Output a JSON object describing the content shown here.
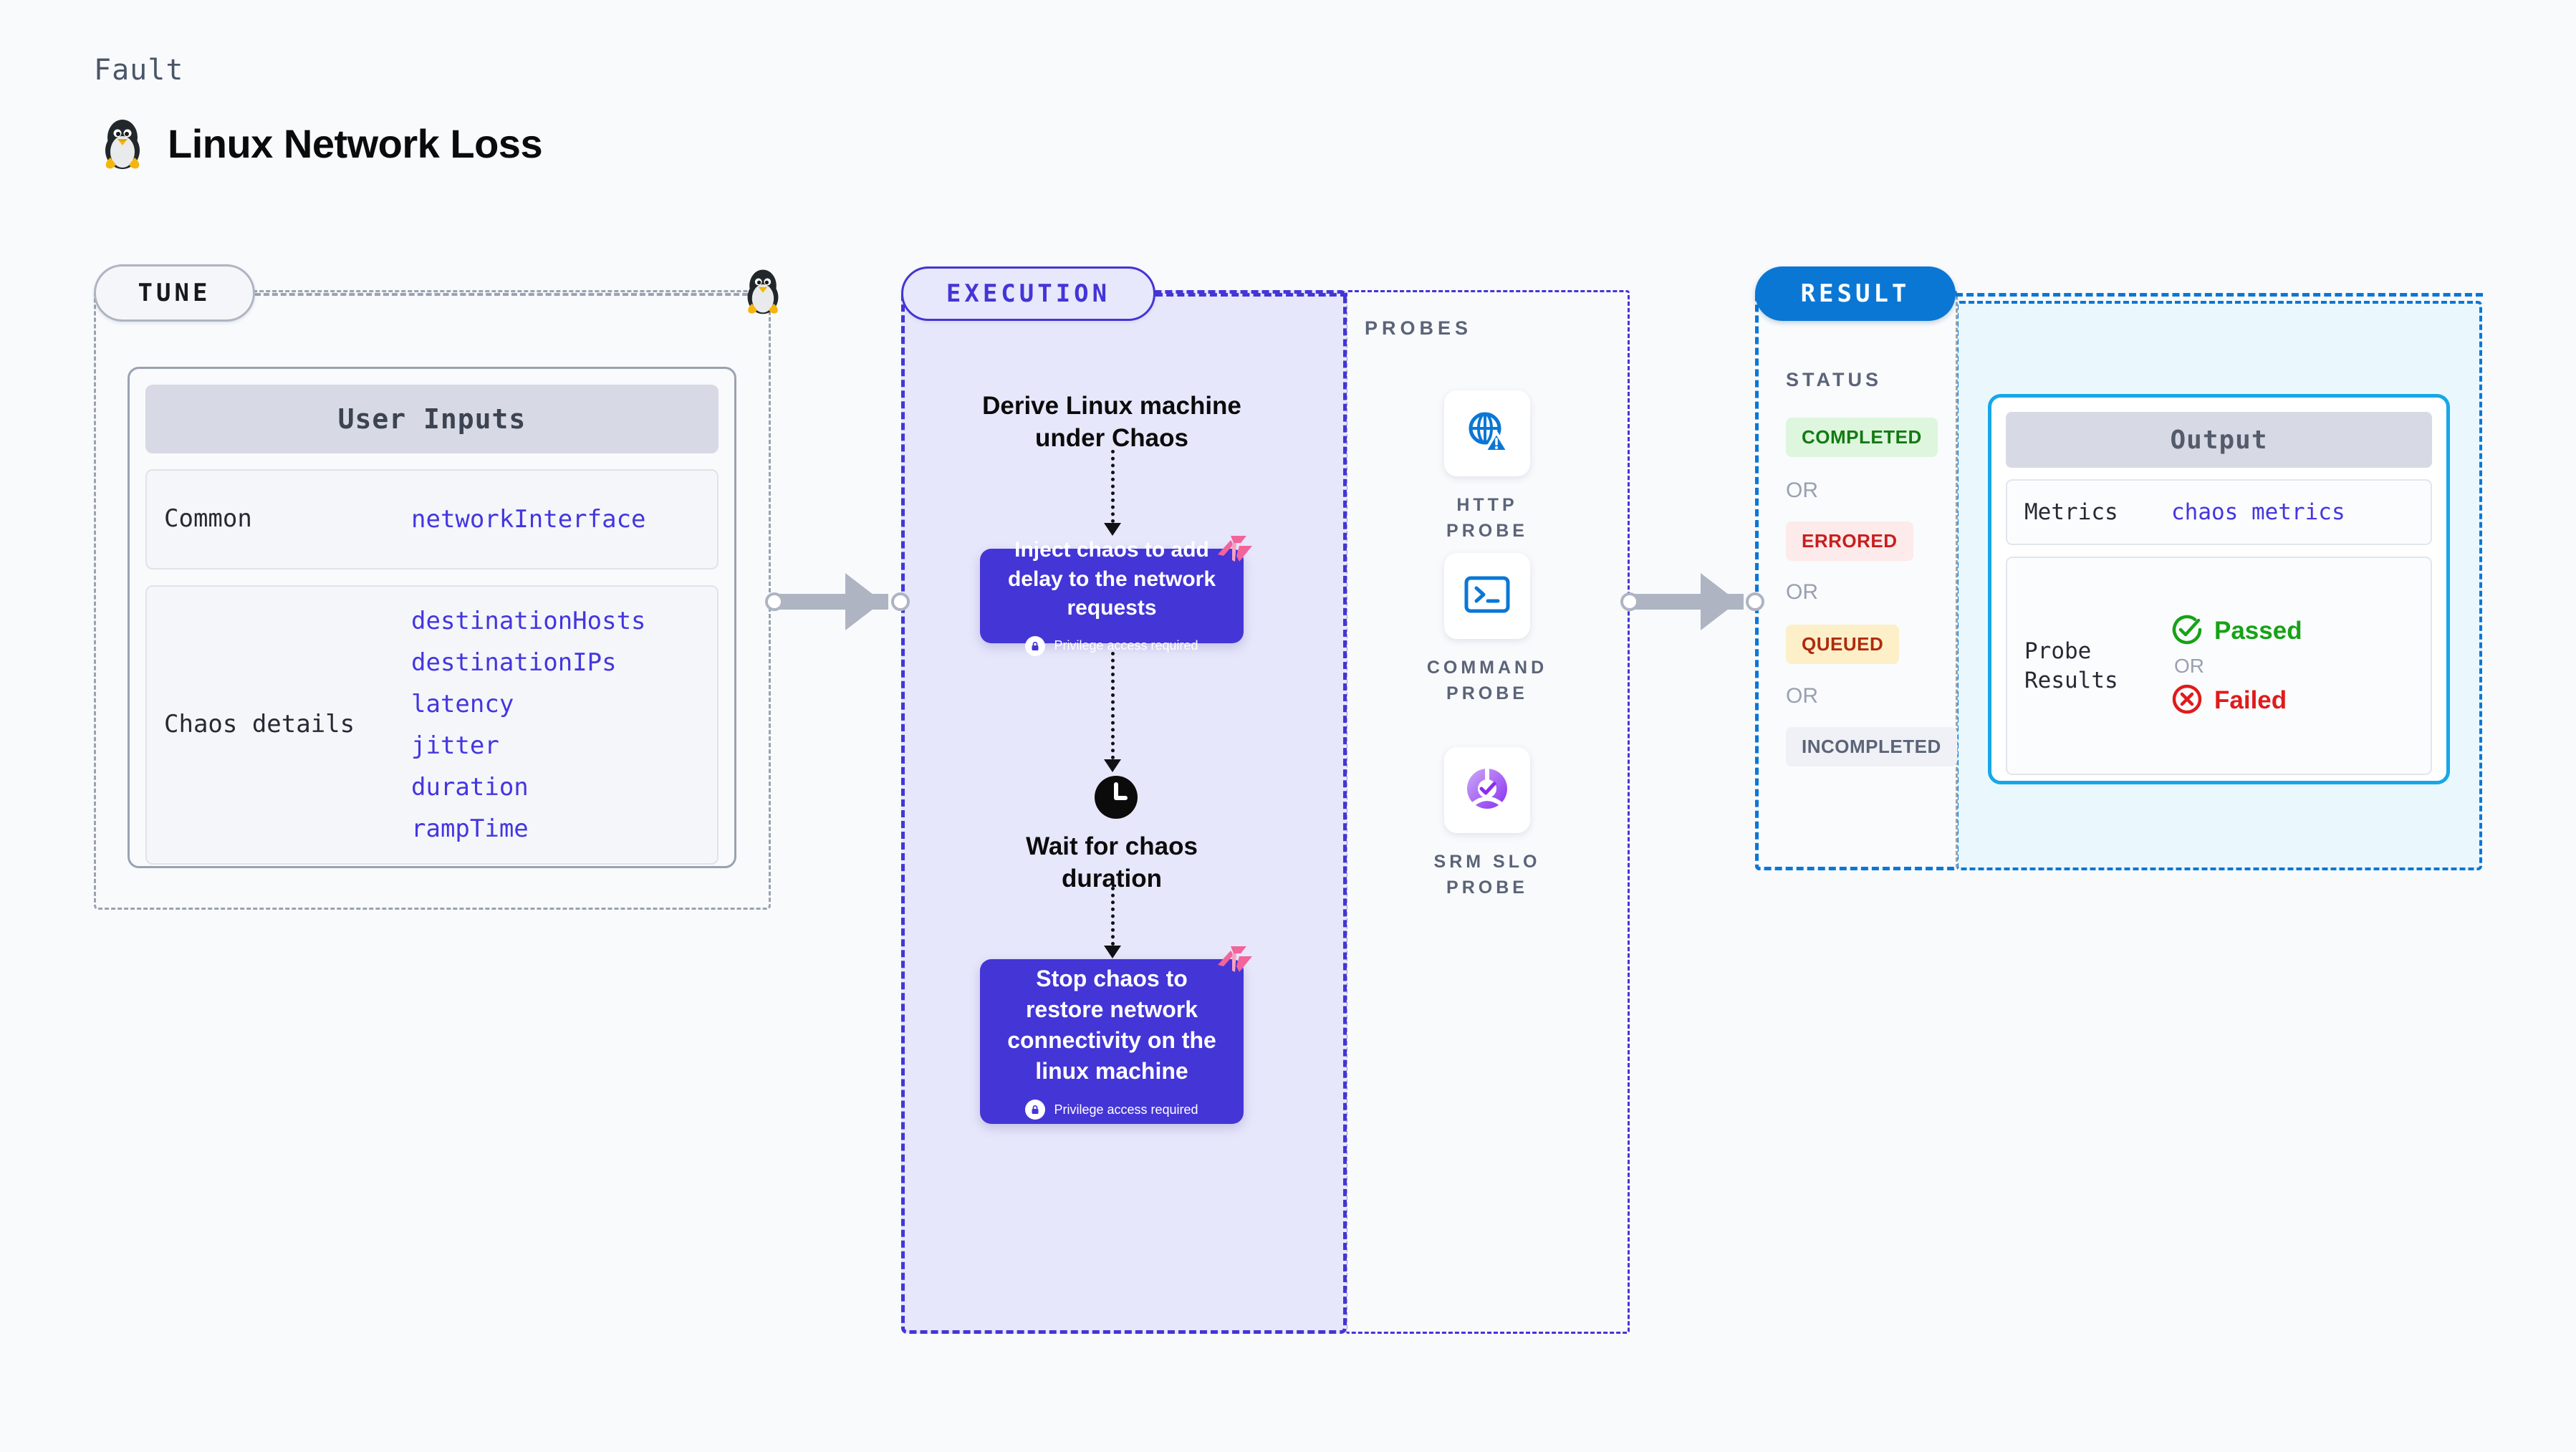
{
  "header": {
    "kicker": "Fault",
    "title": "Linux Network Loss",
    "icon": "linux-penguin-icon"
  },
  "tune": {
    "badge": "TUNE",
    "card_title": "User Inputs",
    "rows": [
      {
        "key": "Common",
        "values": [
          "networkInterface"
        ]
      },
      {
        "key": "Chaos details",
        "values": [
          "destinationHosts",
          "destinationIPs",
          "latency",
          "jitter",
          "duration",
          "rampTime"
        ]
      }
    ]
  },
  "execution": {
    "badge": "EXECUTION",
    "steps": [
      {
        "type": "text",
        "label": "Derive Linux machine\nunder Chaos"
      },
      {
        "type": "chaos-box",
        "label": "Inject chaos to add delay to the network requests",
        "note": "Privilege access required",
        "icon": "harness-logo-icon",
        "lock_icon": "lock-icon"
      },
      {
        "type": "wait",
        "label": "Wait for chaos\nduration",
        "icon": "clock-icon"
      },
      {
        "type": "chaos-box",
        "label": "Stop chaos to restore network connectivity on the linux machine",
        "note": "Privilege access required",
        "icon": "harness-logo-icon",
        "lock_icon": "lock-icon"
      }
    ]
  },
  "probes": {
    "label": "PROBES",
    "items": [
      {
        "name": "HTTP PROBE",
        "icon": "globe-warning-icon"
      },
      {
        "name": "COMMAND\nPROBE",
        "icon": "terminal-icon"
      },
      {
        "name": "SRM SLO\nPROBE",
        "icon": "slo-donut-check-icon"
      }
    ]
  },
  "result": {
    "badge": "RESULT",
    "status_label": "STATUS",
    "or_label": "OR",
    "statuses": [
      {
        "label": "COMPLETED",
        "bg": "#ddf6dd",
        "fg": "#137a13"
      },
      {
        "label": "ERRORED",
        "bg": "#fdeaea",
        "fg": "#c81e1e"
      },
      {
        "label": "QUEUED",
        "bg": "#fdf0c8",
        "fg": "#b02a0d"
      },
      {
        "label": "INCOMPLETED",
        "bg": "#eff1f6",
        "fg": "#5b6478"
      }
    ]
  },
  "output": {
    "title": "Output",
    "metrics_key": "Metrics",
    "metrics_value": "chaos metrics",
    "probe_key": "Probe\nResults",
    "passed_label": "Passed",
    "failed_label": "Failed",
    "or_label": "OR",
    "passed_icon": "check-circle-icon",
    "failed_icon": "x-circle-icon"
  },
  "colors": {
    "page_bg": "#f8fafc",
    "execution_accent": "#4435d6",
    "result_accent": "#0a77d5",
    "output_accent": "#16a7e8",
    "muted_border": "#9aa2b1",
    "mono_value": "#4436e0",
    "harness_pink": "#f2649b"
  }
}
